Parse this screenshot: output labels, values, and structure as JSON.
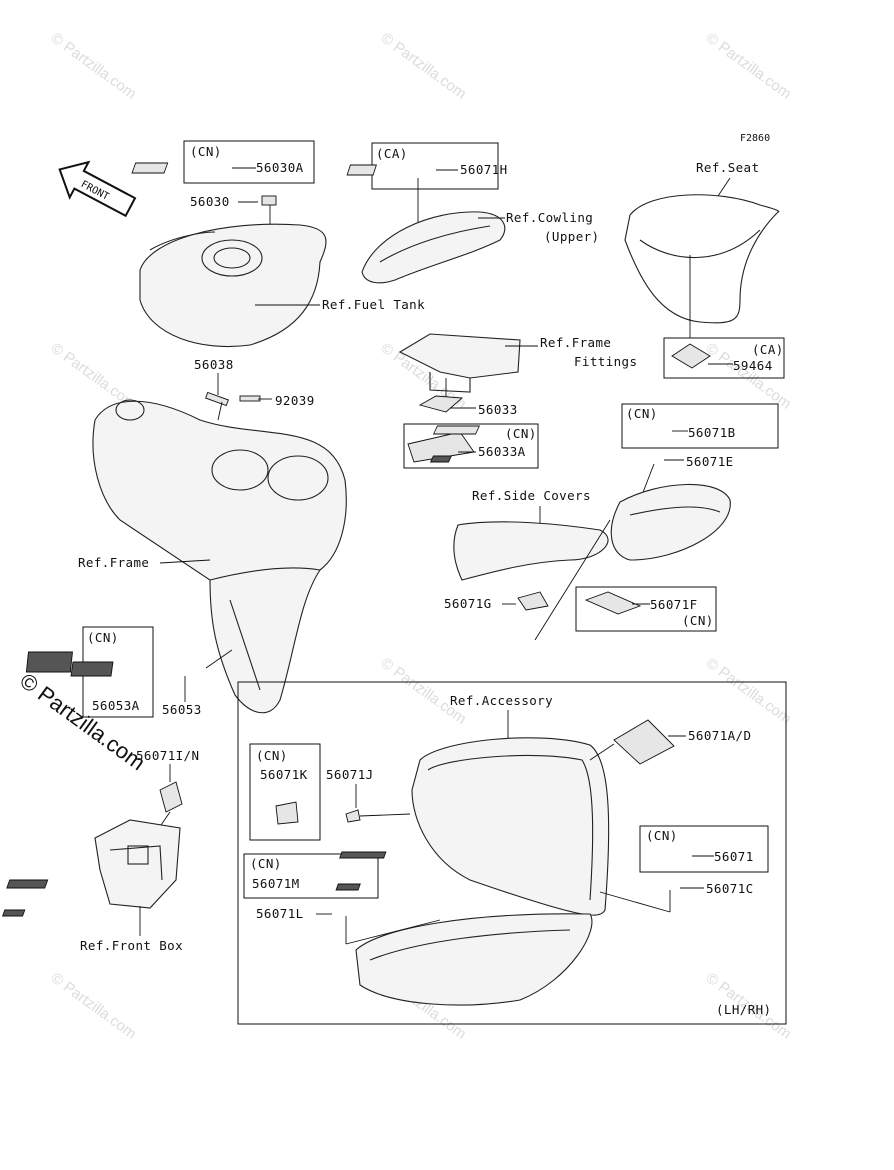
{
  "figure_code": "F2860",
  "front_label": "FRONT",
  "watermark": "© Partzilla.com",
  "side_watermark": "© Partzilla.com",
  "labels": {
    "cn": "(CN)",
    "ca": "(CA)",
    "p56030A": "56030A",
    "p56030": "56030",
    "p56071H": "56071H",
    "ref_cowling_1": "Ref.Cowling",
    "ref_cowling_2": "(Upper)",
    "ref_seat": "Ref.Seat",
    "ref_fuel_tank": "Ref.Fuel Tank",
    "ref_frame_fittings_1": "Ref.Frame",
    "ref_frame_fittings_2": "Fittings",
    "p59464": "59464",
    "p56038": "56038",
    "p92039": "92039",
    "p56033": "56033",
    "p56033A": "56033A",
    "p56071B": "56071B",
    "p56071E": "56071E",
    "ref_side_covers": "Ref.Side Covers",
    "ref_frame": "Ref.Frame",
    "p56071G": "56071G",
    "p56071F": "56071F",
    "p56053A": "56053A",
    "p56053": "56053",
    "p56071IN": "56071I/N",
    "ref_accessory": "Ref.Accessory",
    "p56071AD": "56071A/D",
    "p56071K": "56071K",
    "p56071J": "56071J",
    "p56071": "56071",
    "p56071M": "56071M",
    "p56071C": "56071C",
    "p56071L": "56071L",
    "lhrh": "(LH/RH)",
    "ref_front_box": "Ref.Front Box"
  }
}
